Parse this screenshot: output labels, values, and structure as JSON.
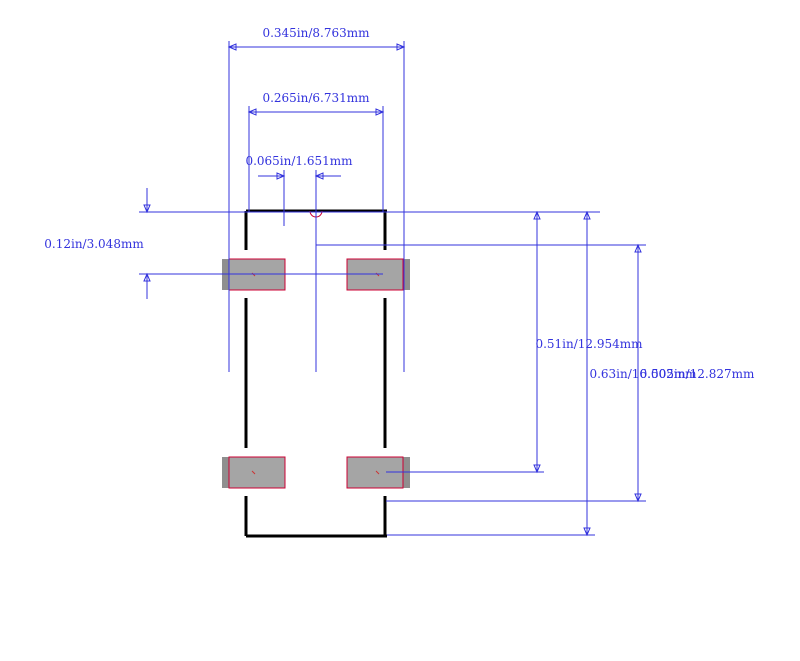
{
  "dimensions": {
    "body_total_width": "0.345in/8.763mm",
    "pad_span_width": "0.265in/6.731mm",
    "pad_gap": "0.065in/1.651mm",
    "pad_pitch": "0.12in/3.048mm",
    "pad_vertical_span": "0.51in/12.954mm",
    "body_length": "0.63in/16.002mm",
    "lead_vertical_span": "0.505in/12.827mm"
  },
  "colors": {
    "dimension": "#3333dd",
    "outline": "#000000",
    "pad_fill": "#a5a5a5",
    "pad_border": "#cc0033",
    "lead_fill": "#8f8f8f"
  }
}
